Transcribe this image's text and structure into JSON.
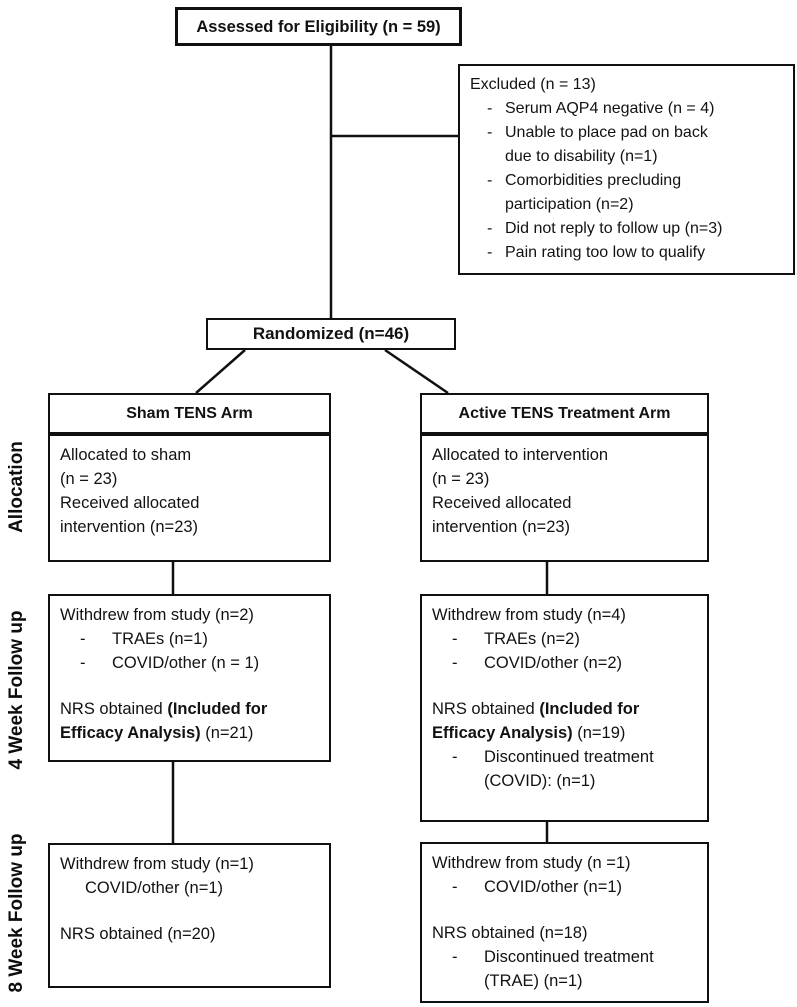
{
  "diagram": {
    "bullet": "-",
    "assessed": "Assessed for Eligibility (n = 59)",
    "excluded": {
      "title": "Excluded (n = 13)",
      "items": [
        "Serum AQP4 negative (n = 4)",
        "Unable to place pad on back\ndue to disability (n=1)",
        "Comorbidities precluding\nparticipation (n=2)",
        "Did not reply to follow up (n=3)",
        "Pain rating too low to qualify"
      ]
    },
    "randomized": "Randomized (n=46)",
    "side_labels": {
      "allocation": "Allocation",
      "week4": "4 Week Follow up",
      "week8": "8 Week Follow up"
    },
    "arms": {
      "sham": {
        "header": "Sham TENS Arm",
        "allocation": "Allocated to sham\n(n = 23)\nReceived allocated\nintervention (n=23)",
        "week4": {
          "title": "Withdrew from study (n=2)",
          "bullets": [
            "TRAEs (n=1)",
            "COVID/other (n = 1)"
          ],
          "nrs_prefix": "NRS obtained ",
          "nrs_bold": "(Included for Efficacy Analysis)",
          "nrs_suffix": " (n=21)"
        },
        "week8": {
          "title": "Withdrew from study (n=1)",
          "subline": "COVID/other (n=1)",
          "nrs": "NRS obtained (n=20)"
        }
      },
      "active": {
        "header": "Active TENS Treatment Arm",
        "allocation": "Allocated to intervention\n(n = 23)\nReceived allocated\nintervention (n=23)",
        "week4": {
          "title": "Withdrew from study (n=4)",
          "bullets": [
            "TRAEs  (n=2)",
            "COVID/other (n=2)"
          ],
          "nrs_prefix": "NRS obtained ",
          "nrs_bold": "(Included for Efficacy Analysis)",
          "nrs_suffix": " (n=19)",
          "post_bullets": [
            "Discontinued treatment\n(COVID): (n=1)"
          ]
        },
        "week8": {
          "title": "Withdrew from study (n =1)",
          "bullets": [
            "COVID/other (n=1)"
          ],
          "nrs": "NRS obtained (n=18)",
          "post_bullets": [
            "Discontinued treatment\n(TRAE) (n=1)"
          ]
        }
      }
    }
  }
}
